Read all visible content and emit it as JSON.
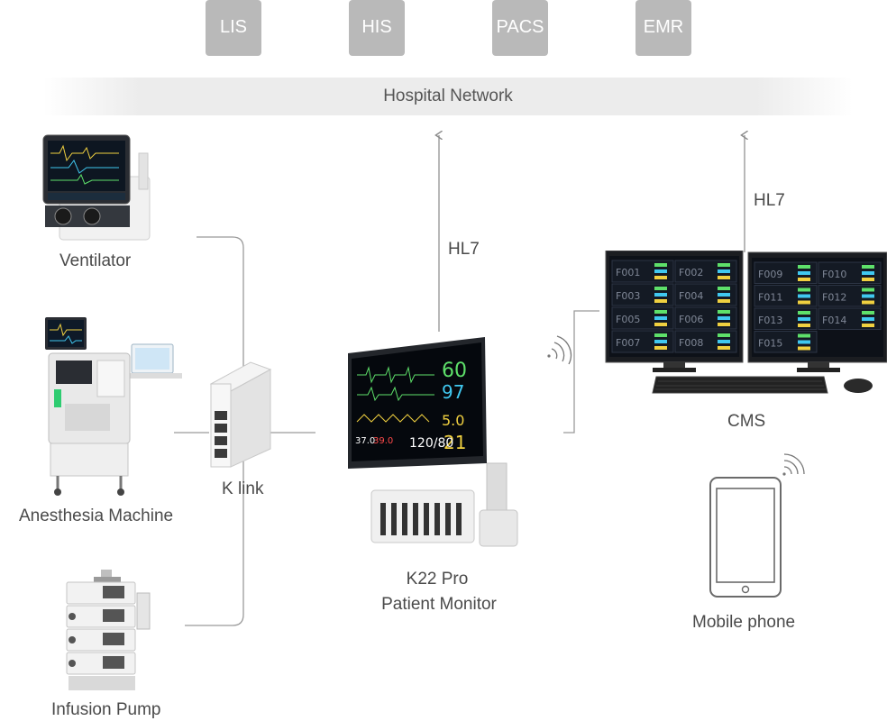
{
  "systems": [
    "LIS",
    "HIS",
    "PACS",
    "EMR"
  ],
  "network": "Hospital Network",
  "protocols": {
    "monitor": "HL7",
    "cms": "HL7"
  },
  "devices": {
    "ventilator": "Ventilator",
    "anesthesia": "Anesthesia Machine",
    "infusion": "Infusion Pump",
    "klink": "K link",
    "monitor_line1": "K22 Pro",
    "monitor_line2": "Patient Monitor",
    "cms": "CMS",
    "mobile": "Mobile phone"
  },
  "monitor_screen": {
    "hr": "60",
    "spo2": "97",
    "val3": "5.0",
    "resp": "21",
    "nibp": "120/80",
    "temp1": "37.0",
    "temp2": "39.0"
  },
  "cms_beds": [
    "F001",
    "F002",
    "F003",
    "F004",
    "F005",
    "F006",
    "F007",
    "F008",
    "F009",
    "F010",
    "F011",
    "F012",
    "F013",
    "F014",
    "F015"
  ]
}
